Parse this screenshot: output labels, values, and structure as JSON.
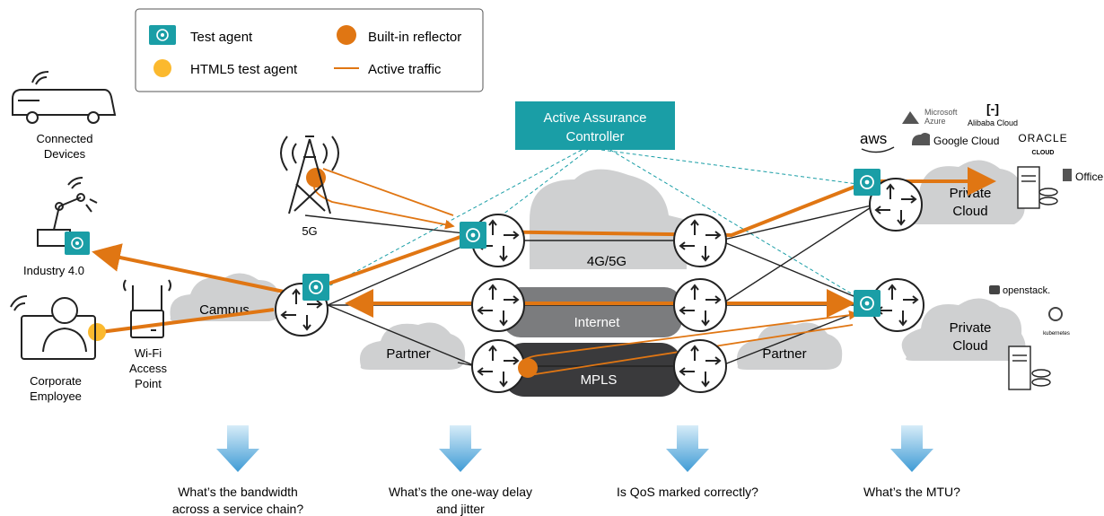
{
  "legend": {
    "test_agent": "Test agent",
    "builtin_reflector": "Built-in reflector",
    "html5_agent": "HTML5 test agent",
    "active_traffic": "Active traffic"
  },
  "controller": {
    "line1": "Active Assurance",
    "line2": "Controller"
  },
  "devices": {
    "connected_1": "Connected",
    "connected_2": "Devices",
    "industry": "Industry 4.0",
    "employee_1": "Corporate",
    "employee_2": "Employee",
    "wifi_1": "Wi-Fi",
    "wifi_2": "Access",
    "wifi_3": "Point",
    "five_g": "5G"
  },
  "clouds": {
    "campus": "Campus",
    "partner_left": "Partner",
    "partner_right": "Partner",
    "four_g": "4G/5G",
    "internet": "Internet",
    "mpls": "MPLS",
    "private_1": "Private",
    "private_2": "Cloud",
    "private_b1": "Private",
    "private_b2": "Cloud"
  },
  "providers": {
    "aws": "aws",
    "azure_1": "Microsoft",
    "azure_2": "Azure",
    "alibaba_logo": "[-]",
    "alibaba": "Alibaba Cloud",
    "google": "Google Cloud",
    "oracle": "ORACLE",
    "oracle_sub": "CLOUD",
    "office": "Office",
    "openstack": "openstack.",
    "kubernetes": "kubernetes"
  },
  "questions": {
    "q1_1": "What’s the bandwidth",
    "q1_2": "across a service chain?",
    "q2_1": "What’s the one-way delay",
    "q2_2": "and jitter",
    "q3": "Is QoS marked correctly?",
    "q4": "What’s the MTU?"
  },
  "colors": {
    "teal": "#1a9ea6",
    "orange": "#e07613",
    "html5_yellow": "#fbb92e",
    "cloud_light": "#cfd0d1",
    "cloud_mid": "#7b7c7e",
    "cloud_dark": "#3a3a3c"
  }
}
